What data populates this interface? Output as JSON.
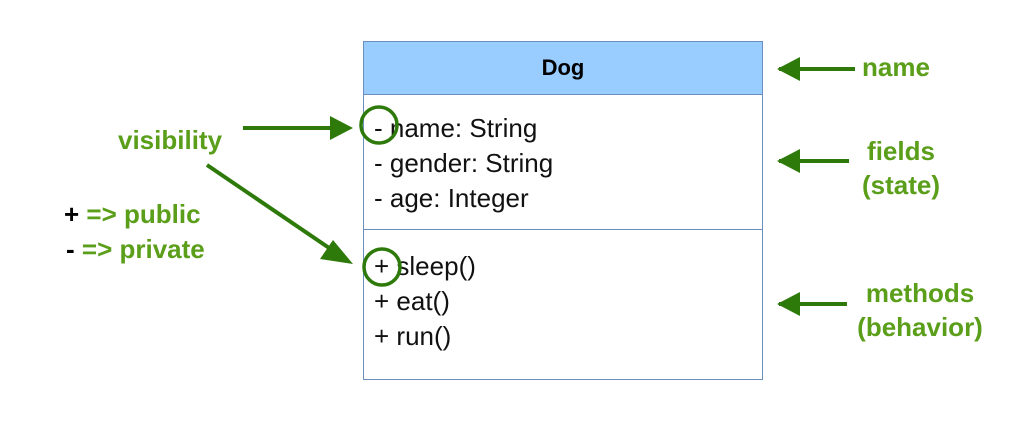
{
  "class_box": {
    "name": "Dog",
    "fields": [
      "- name: String",
      "- gender: String",
      "- age: Integer"
    ],
    "methods": [
      "+ sleep()",
      "+ eat()",
      "+ run()"
    ]
  },
  "annotations": {
    "name": "name",
    "fields_line1": "fields",
    "fields_line2": "(state)",
    "methods_line1": "methods",
    "methods_line2": "(behavior)",
    "visibility": "visibility"
  },
  "legend": {
    "public_symbol": "+",
    "public_text": "=> public",
    "private_symbol": "-",
    "private_text": "=> private"
  },
  "colors": {
    "header_fill": "#99ccff",
    "border": "#6c8ebf",
    "annotation_green": "#5a9e1a",
    "arrow_green": "#2d7a0a"
  }
}
